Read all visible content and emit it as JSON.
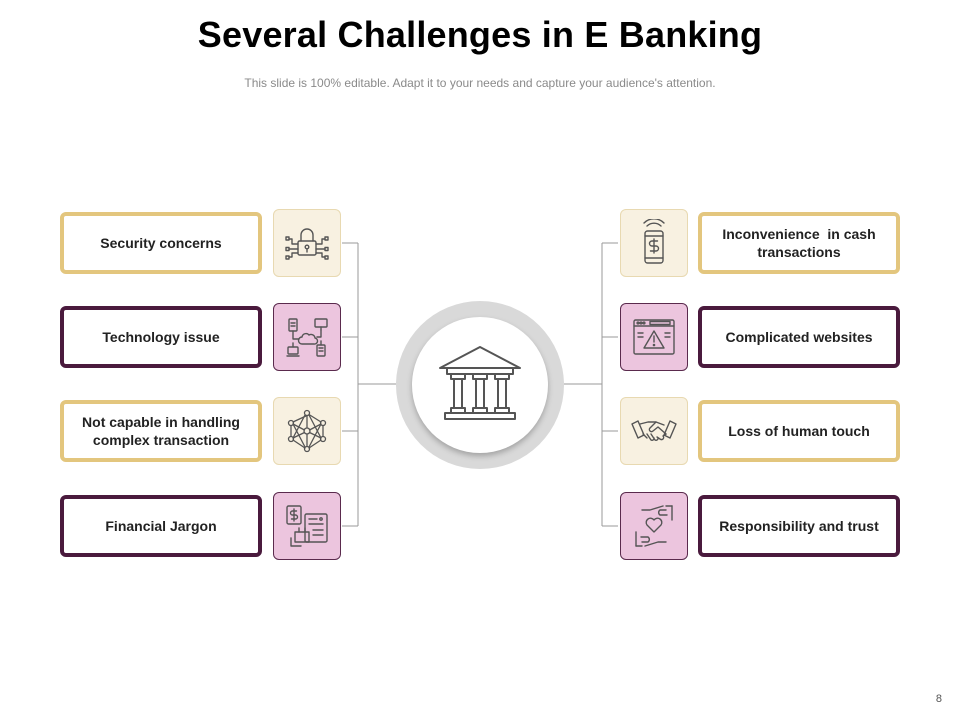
{
  "slide": {
    "title": "Several Challenges in E Banking",
    "subtitle": "This slide is 100% editable. Adapt it to your needs and capture your audience's attention.",
    "page_number": "8"
  },
  "center": {
    "icon": "bank-icon"
  },
  "left_items": [
    {
      "label": "Security concerns",
      "icon": "padlock-circuit-icon",
      "theme": "gold"
    },
    {
      "label": "Technology issue",
      "icon": "network-devices-icon",
      "theme": "plum"
    },
    {
      "label": "Not capable in handling complex transaction",
      "icon": "network-nodes-icon",
      "theme": "gold"
    },
    {
      "label": "Financial Jargon",
      "icon": "dollar-document-icon",
      "theme": "plum"
    }
  ],
  "right_items": [
    {
      "label": "Inconvenience  in cash transactions",
      "icon": "mobile-payment-icon",
      "theme": "gold"
    },
    {
      "label": "Complicated websites",
      "icon": "website-warning-icon",
      "theme": "plum"
    },
    {
      "label": "Loss of human touch",
      "icon": "handshake-icon",
      "theme": "gold"
    },
    {
      "label": "Responsibility and trust",
      "icon": "hands-heart-icon",
      "theme": "plum"
    }
  ],
  "colors": {
    "gold": "#e3c67e",
    "plum": "#4a1a3d",
    "gold_fill": "#f8f1e1",
    "plum_fill": "#ecc5de"
  }
}
